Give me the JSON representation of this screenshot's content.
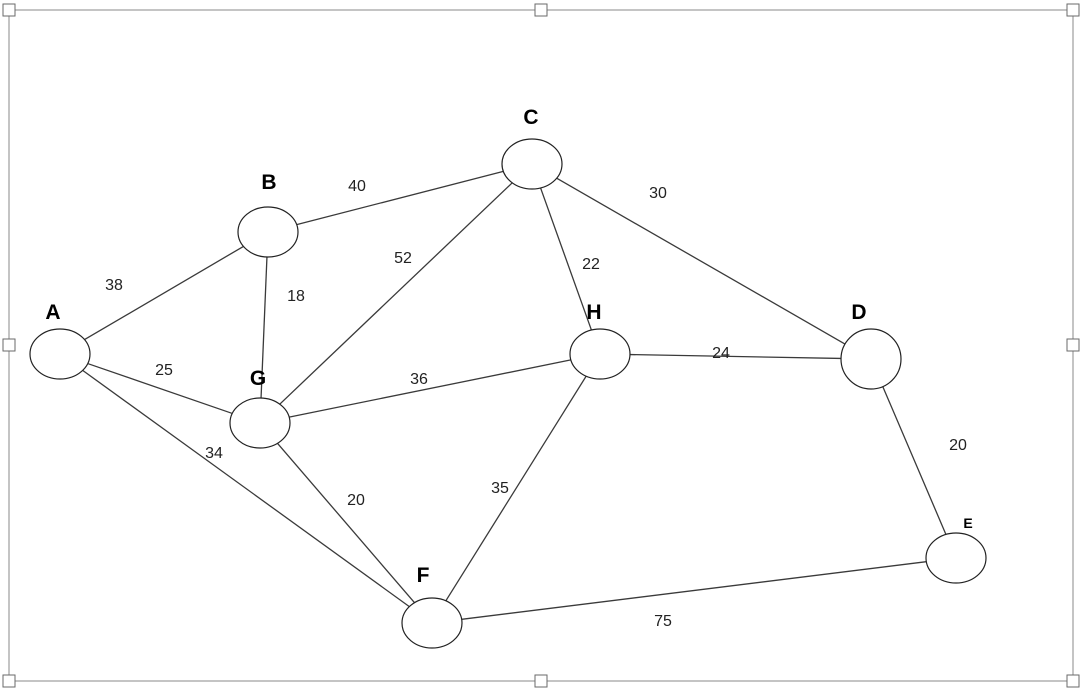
{
  "graph": {
    "nodes": [
      {
        "id": "A",
        "label": "A"
      },
      {
        "id": "B",
        "label": "B"
      },
      {
        "id": "C",
        "label": "C"
      },
      {
        "id": "D",
        "label": "D"
      },
      {
        "id": "E",
        "label": "E"
      },
      {
        "id": "F",
        "label": "F"
      },
      {
        "id": "G",
        "label": "G"
      },
      {
        "id": "H",
        "label": "H"
      }
    ],
    "edges": [
      {
        "from": "A",
        "to": "B",
        "weight": "38"
      },
      {
        "from": "B",
        "to": "C",
        "weight": "40"
      },
      {
        "from": "B",
        "to": "G",
        "weight": "18"
      },
      {
        "from": "C",
        "to": "G",
        "weight": "52"
      },
      {
        "from": "C",
        "to": "H",
        "weight": "22"
      },
      {
        "from": "C",
        "to": "D",
        "weight": "30"
      },
      {
        "from": "A",
        "to": "G",
        "weight": "25"
      },
      {
        "from": "G",
        "to": "H",
        "weight": "36"
      },
      {
        "from": "H",
        "to": "D",
        "weight": "24"
      },
      {
        "from": "A",
        "to": "F",
        "weight": "34"
      },
      {
        "from": "G",
        "to": "F",
        "weight": "20"
      },
      {
        "from": "H",
        "to": "F",
        "weight": "35"
      },
      {
        "from": "D",
        "to": "E",
        "weight": "20"
      },
      {
        "from": "F",
        "to": "E",
        "weight": "75"
      }
    ]
  }
}
